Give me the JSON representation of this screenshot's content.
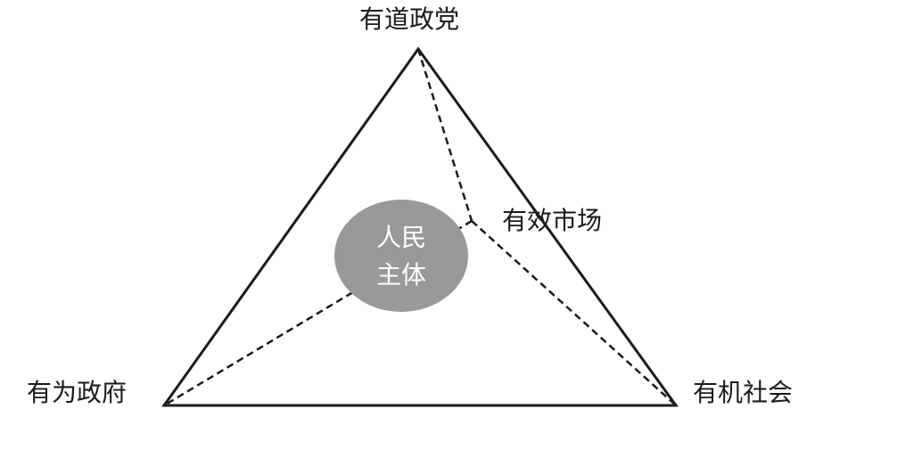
{
  "vertices": {
    "top": "有道政党",
    "left": "有为政府",
    "right": "有机社会"
  },
  "inner_node": "有效市场",
  "center": {
    "line1": "人民",
    "line2": "主体"
  },
  "colors": {
    "line": "#1a1a1a",
    "center_fill": "#999999",
    "center_text": "#ffffff"
  }
}
